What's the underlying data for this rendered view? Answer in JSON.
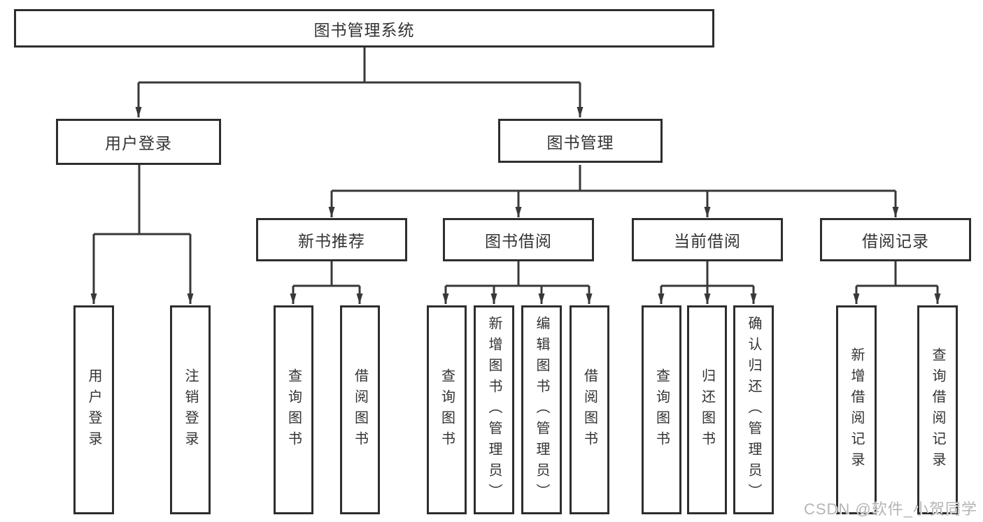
{
  "diagram": {
    "title": "图书管理系统",
    "level1": [
      {
        "label": "用户登录"
      },
      {
        "label": "图书管理"
      }
    ],
    "level2": [
      {
        "label": "新书推荐",
        "parent": "图书管理"
      },
      {
        "label": "图书借阅",
        "parent": "图书管理"
      },
      {
        "label": "当前借阅",
        "parent": "图书管理"
      },
      {
        "label": "借阅记录",
        "parent": "图书管理"
      }
    ],
    "leaves": [
      {
        "label": "用户登录",
        "parent": "用户登录"
      },
      {
        "label": "注销登录",
        "parent": "用户登录"
      },
      {
        "label": "查询图书",
        "parent": "新书推荐"
      },
      {
        "label": "借阅图书",
        "parent": "新书推荐"
      },
      {
        "label": "查询图书",
        "parent": "图书借阅"
      },
      {
        "label": "新增图书（管理员）",
        "parent": "图书借阅"
      },
      {
        "label": "编辑图书（管理员）",
        "parent": "图书借阅"
      },
      {
        "label": "借阅图书",
        "parent": "图书借阅"
      },
      {
        "label": "查询图书",
        "parent": "当前借阅"
      },
      {
        "label": "归还图书",
        "parent": "当前借阅"
      },
      {
        "label": "确认归还（管理员）",
        "parent": "当前借阅"
      },
      {
        "label": "新增借阅记录",
        "parent": "借阅记录"
      },
      {
        "label": "查询借阅记录",
        "parent": "借阅记录"
      }
    ]
  },
  "watermark": "CSDN @软件_小贺同学",
  "colors": {
    "line": "#383838",
    "border": "#2e2e2e",
    "text": "#333333",
    "background": "#ffffff",
    "watermark": "#b5b5b5"
  }
}
